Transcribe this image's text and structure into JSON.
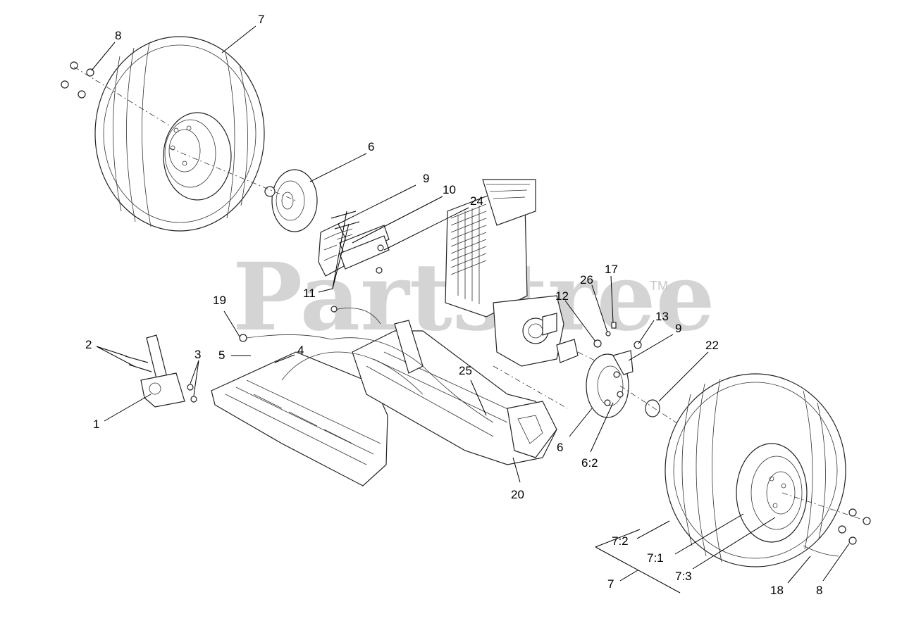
{
  "watermark": {
    "brand": "Partstree",
    "trademark": "TM"
  },
  "callouts": [
    {
      "id": "c-7-top",
      "text": "7"
    },
    {
      "id": "c-8-top",
      "text": "8"
    },
    {
      "id": "c-6-top",
      "text": "6"
    },
    {
      "id": "c-9-top",
      "text": "9"
    },
    {
      "id": "c-10",
      "text": "10"
    },
    {
      "id": "c-24",
      "text": "24"
    },
    {
      "id": "c-11",
      "text": "11"
    },
    {
      "id": "c-19",
      "text": "19"
    },
    {
      "id": "c-2",
      "text": "2"
    },
    {
      "id": "c-3",
      "text": "3"
    },
    {
      "id": "c-5",
      "text": "5"
    },
    {
      "id": "c-4",
      "text": "4"
    },
    {
      "id": "c-1",
      "text": "1"
    },
    {
      "id": "c-25",
      "text": "25"
    },
    {
      "id": "c-20",
      "text": "20"
    },
    {
      "id": "c-12",
      "text": "12"
    },
    {
      "id": "c-26",
      "text": "26"
    },
    {
      "id": "c-17",
      "text": "17"
    },
    {
      "id": "c-13",
      "text": "13"
    },
    {
      "id": "c-9-right",
      "text": "9"
    },
    {
      "id": "c-22",
      "text": "22"
    },
    {
      "id": "c-6-right",
      "text": "6"
    },
    {
      "id": "c-6-2",
      "text": "6:2"
    },
    {
      "id": "c-7-2",
      "text": "7:2"
    },
    {
      "id": "c-7-1",
      "text": "7:1"
    },
    {
      "id": "c-7-3",
      "text": "7:3"
    },
    {
      "id": "c-7-bottom",
      "text": "7"
    },
    {
      "id": "c-18",
      "text": "18"
    },
    {
      "id": "c-8-bottom",
      "text": "8"
    }
  ]
}
